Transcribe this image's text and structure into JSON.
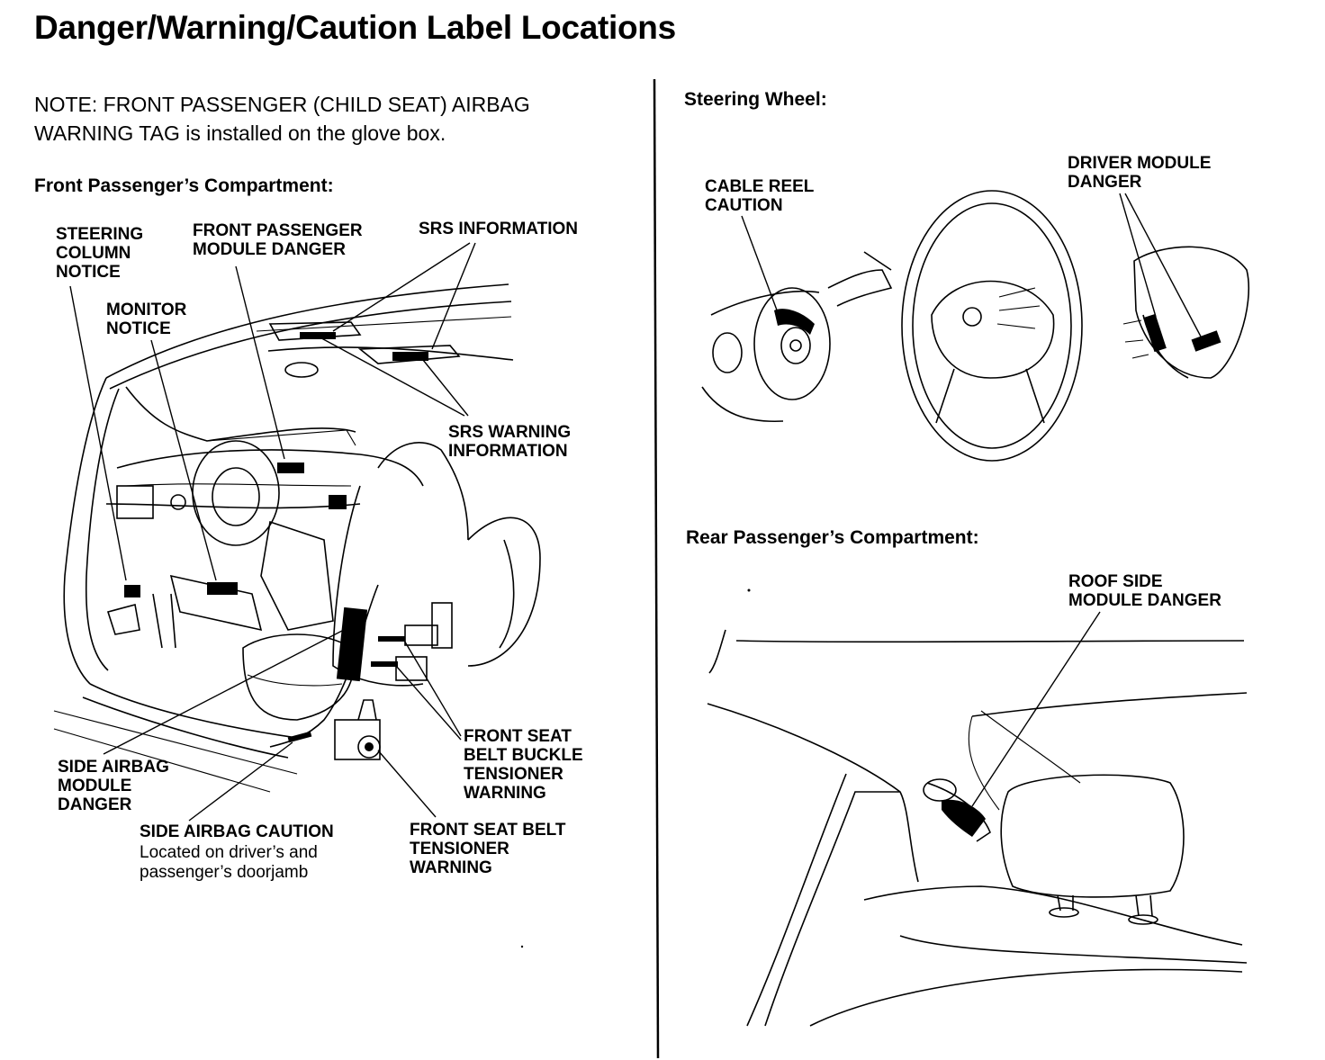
{
  "title": "Danger/Warning/Caution Label Locations",
  "note": "NOTE: FRONT PASSENGER (CHILD SEAT) AIRBAG\nWARNING TAG is installed on the glove box.",
  "sections": {
    "front": "Front Passenger’s Compartment:",
    "steering": "Steering Wheel:",
    "rear": "Rear Passenger’s Compartment:"
  },
  "labels": {
    "steering_column_notice": "STEERING\nCOLUMN\nNOTICE",
    "front_passenger_module_danger": "FRONT PASSENGER\nMODULE DANGER",
    "srs_information": "SRS INFORMATION",
    "monitor_notice": "MONITOR\nNOTICE",
    "srs_warning_information": "SRS WARNING\nINFORMATION",
    "front_seat_belt_buckle_tensioner_warning": "FRONT SEAT\nBELT BUCKLE\nTENSIONER\nWARNING",
    "side_airbag_module_danger": "SIDE AIRBAG\nMODULE\nDANGER",
    "side_airbag_caution": "SIDE AIRBAG CAUTION",
    "side_airbag_caution_sub": "Located on driver’s and\npassenger’s doorjamb",
    "front_seat_belt_tensioner_warning": "FRONT SEAT BELT\nTENSIONER\nWARNING",
    "cable_reel_caution": "CABLE REEL\nCAUTION",
    "driver_module_danger": "DRIVER MODULE\nDANGER",
    "roof_side_module_danger": "ROOF SIDE\nMODULE DANGER"
  }
}
